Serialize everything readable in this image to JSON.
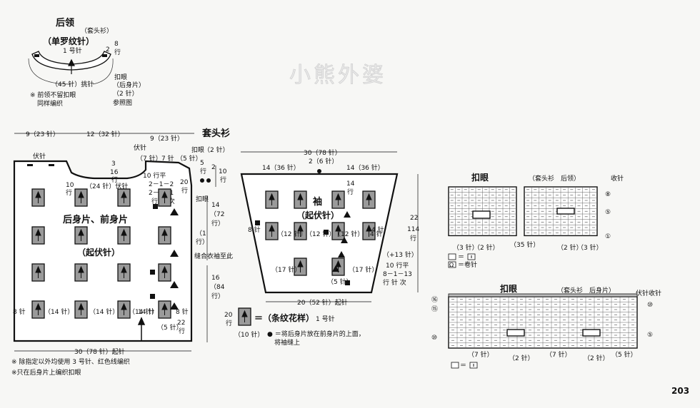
{
  "watermark": "小熊外婆",
  "page_number": "203",
  "collar": {
    "title": "后领",
    "subtitle": "（套头衫）",
    "stitch": "（单罗纹针）",
    "needle": "1 号针",
    "side_a": "2",
    "side_b": "8",
    "side_c": "行",
    "pickup": "（45 针）挑针",
    "buttonhole": "扣眼",
    "buttonhole_ref1": "（后身片）",
    "buttonhole_ref2": "（2 针）",
    "buttonhole_ref3": "参照图",
    "note1": "※ 前领不留扣眼",
    "note2": "同样编织"
  },
  "body": {
    "top_widths": [
      "9（23 针）",
      "12（32 针）",
      "9（23 针）"
    ],
    "shoulder_label": "伏针",
    "shoulder_right_a": "伏针",
    "shoulder_right_b": "（7 针）",
    "shoulder_right_c": "7 针",
    "shoulder_right_d": "（5 针）",
    "neck_h1": "3",
    "neck_h2": "16",
    "neck_h3": "行",
    "neck_row": "（24 针）伏针",
    "neck_depth": "10",
    "neck_depth_unit": "行",
    "dec1": "10 行平",
    "dec2": "2－1－2",
    "dec3": "2－2－1",
    "dec4": "行 针 次",
    "armhole_h": "20",
    "armhole_h_unit": "行",
    "buttonhole_label": "扣眼",
    "buttonhole_rows": "（2 针）",
    "buttonhole_h1": "5",
    "buttonhole_h2": "行",
    "side_h1": "2",
    "side_h2": "10",
    "side_h3": "行",
    "row_note1": "（1",
    "row_note2": "行）",
    "sew_note": "缝合衣袖至此",
    "main_title": "后身片、前身片",
    "main_stitch": "（起伏针）",
    "mid_h1": "14",
    "mid_h2": "（72",
    "mid_h3": "行）",
    "low_h1": "16",
    "low_h2": "（84",
    "low_h3": "行）",
    "bottom_row": [
      "8 针",
      "（14 针）",
      "（14 针）",
      "（14 针）",
      "14 针"
    ],
    "bottom_right_a": "8 针",
    "bottom_right_b": "（5 针）",
    "bottom_right_h1": "22",
    "bottom_right_h2": "行",
    "cast_on": "30（78 针）起针",
    "note1": "※ 除指定以外均使用 3 号针、红色线编织",
    "note2": "※只在后身片上编织扣眼",
    "garment_title": "套头衫"
  },
  "sleeve": {
    "top_width": "30（78 针）",
    "top_center": "2（6 针）",
    "top_left": "14（36 针）",
    "top_right": "14（36 针）",
    "title": "袖",
    "stitch": "（起伏针）",
    "right_h1": "14",
    "right_h2": "行",
    "left_counts": [
      "8 针",
      "（12 针）",
      "（12 针）",
      "（17 针）"
    ],
    "right_counts": [
      "4 针",
      "（12 针）",
      "4 针",
      "（17 针）"
    ],
    "inc1": "（+13 针）",
    "inc2": "10 行平",
    "inc3": "8－1－13",
    "inc4": "行 针 次",
    "bottom_a": "（5 针）",
    "bottom_width": "20（52 针）起针",
    "total_h1": "22",
    "total_h2": "114",
    "total_h3": "行"
  },
  "legend": {
    "rows": "20",
    "rows_unit": "行",
    "label": "＝（条纹花样）",
    "needle": "1 号针",
    "stitches": "（10 针）",
    "dot_note1": "● ＝将后身片放在前身片的上面，",
    "dot_note2": "将袖缝上"
  },
  "chart1": {
    "title": "扣眼",
    "subtitle": "（套头衫　后领）",
    "bind_off": "收针",
    "markers": [
      "⑧",
      "⑤",
      "①"
    ],
    "bottom": [
      "（3 针）",
      "（2 针）",
      "（35 针）",
      "（2 针）",
      "（3 针）"
    ],
    "key1": "＝",
    "key2": "＝卷针"
  },
  "chart2": {
    "title": "扣眼",
    "subtitle": "（套头衫　后身片）",
    "bind_off": "伏针收针",
    "left_markers": [
      "⑯",
      "⑮",
      "⑩"
    ],
    "right_markers": [
      "⑩",
      "⑤"
    ],
    "bottom": [
      "（7 针）",
      "（2 针）",
      "（7 针）",
      "（2 针）",
      "（5 针）"
    ],
    "key1": "＝"
  }
}
